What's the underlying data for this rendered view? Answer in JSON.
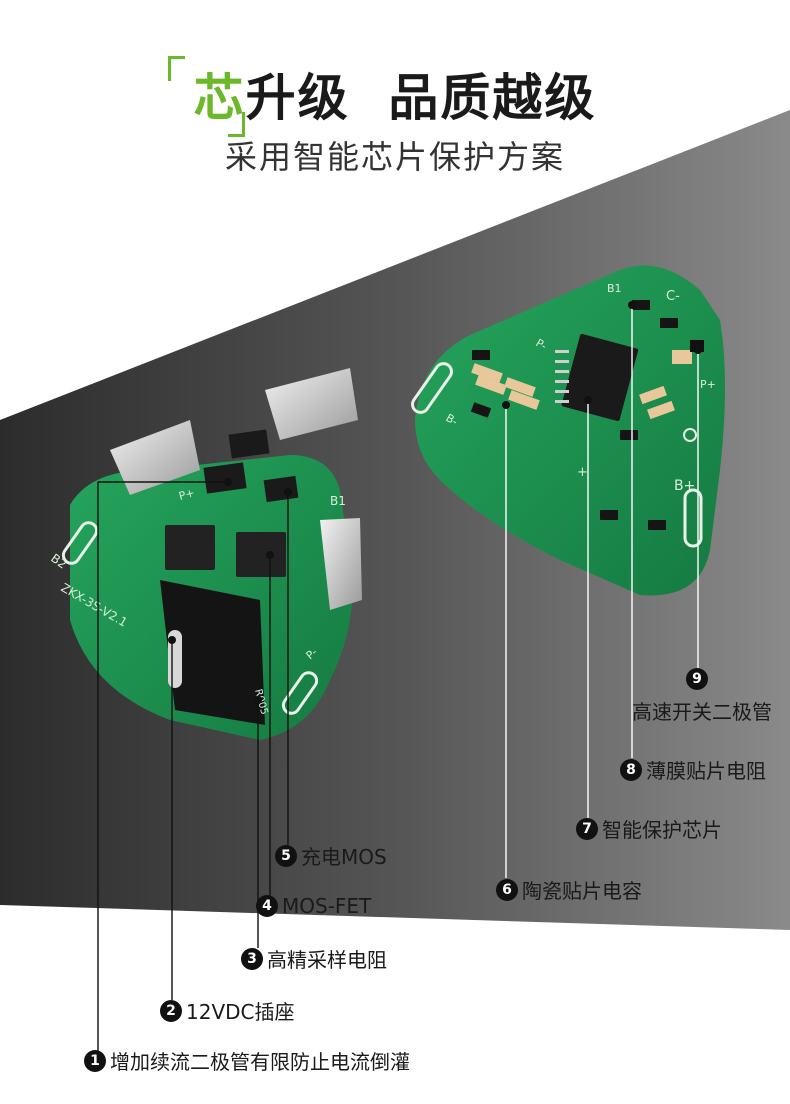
{
  "header": {
    "chip_char": "芯",
    "title_rest": "升级  品质越级",
    "subtitle": "采用智能芯片保护方案"
  },
  "pcb_left": {
    "silk_b2": "B2",
    "silk_b1": "B1",
    "silk_pplus": "P+",
    "silk_pminus": "P-",
    "silk_model": "ZKX-3S-V2.1",
    "silk_resistor": "R005"
  },
  "pcb_right": {
    "silk_b1": "B1",
    "silk_cminus": "C-",
    "silk_pplus": "P+",
    "silk_bplus": "B+",
    "silk_bminus": "B-",
    "silk_pminus": "P-",
    "silk_plus": "+"
  },
  "callouts": [
    {
      "num": "1",
      "text": "增加续流二极管有限防止电流倒灌"
    },
    {
      "num": "2",
      "text": "12VDC插座"
    },
    {
      "num": "3",
      "text": "高精采样电阻"
    },
    {
      "num": "4",
      "text": "MOS-FET"
    },
    {
      "num": "5",
      "text": "充电MOS"
    },
    {
      "num": "6",
      "text": "陶瓷贴片电容"
    },
    {
      "num": "7",
      "text": "智能保护芯片"
    },
    {
      "num": "8",
      "text": "薄膜贴片电阻"
    },
    {
      "num": "9",
      "text": "高速开关二极管"
    }
  ],
  "colors": {
    "accent": "#6bb82a",
    "pcb": "#1f9a55",
    "band": "#3a3a3a"
  }
}
